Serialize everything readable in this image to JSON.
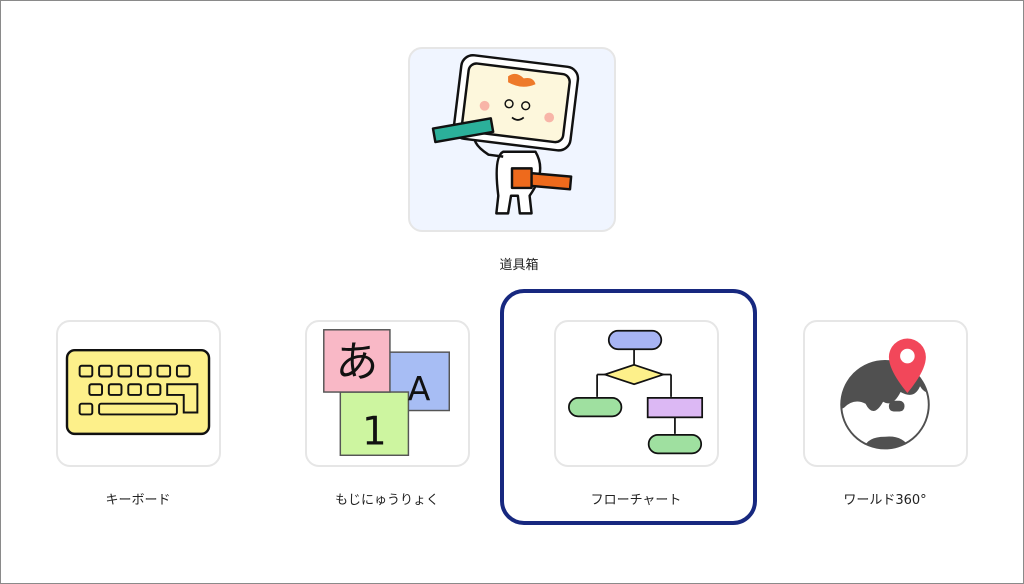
{
  "apps": {
    "toolbox": {
      "label": "道具箱",
      "icon": "toolbox-character-icon"
    },
    "keyboard": {
      "label": "キーボード",
      "icon": "keyboard-icon"
    },
    "moji": {
      "label": "もじにゅうりょく",
      "icon": "character-input-icon",
      "glyphs": [
        "あ",
        "A",
        "1"
      ]
    },
    "flowchart": {
      "label": "フローチャート",
      "icon": "flowchart-icon",
      "selected": true
    },
    "world": {
      "label": "ワールド360°",
      "icon": "globe-pin-icon"
    }
  },
  "colors": {
    "selection": "#17287f",
    "pin": "#f2475a"
  }
}
